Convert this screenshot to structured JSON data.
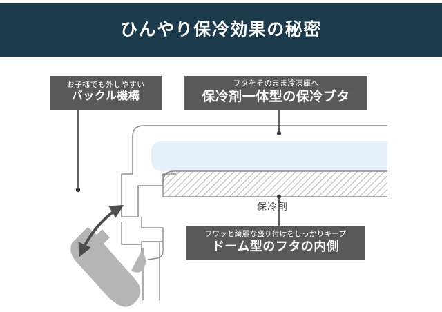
{
  "header": {
    "title": "ひんやり保冷効果の秘密",
    "background_color": "#1b3a4b",
    "text_color": "#ffffff"
  },
  "diagram": {
    "background_color": "#ffffff",
    "outline_color": "#808080",
    "hatch_color": "#b3b3b3",
    "coolant_band_color": "#e6f2fb",
    "buckle_fill_color": "#b3b3b3",
    "leader_line_color": "#333333",
    "callout_box_color": "#595959",
    "coolant_band_label": "保冷剤"
  },
  "callouts": [
    {
      "id": "buckle",
      "sub": "お子様でも外しやすい",
      "main": "バックル機構"
    },
    {
      "id": "coolant-lid",
      "sub": "フタをそのまま冷凍庫へ",
      "main": "保冷剤一体型の保冷ブタ"
    },
    {
      "id": "dome",
      "sub": "フワッと綺麗な盛り付けをしっかりキープ",
      "main": "ドーム型のフタの内側"
    }
  ]
}
